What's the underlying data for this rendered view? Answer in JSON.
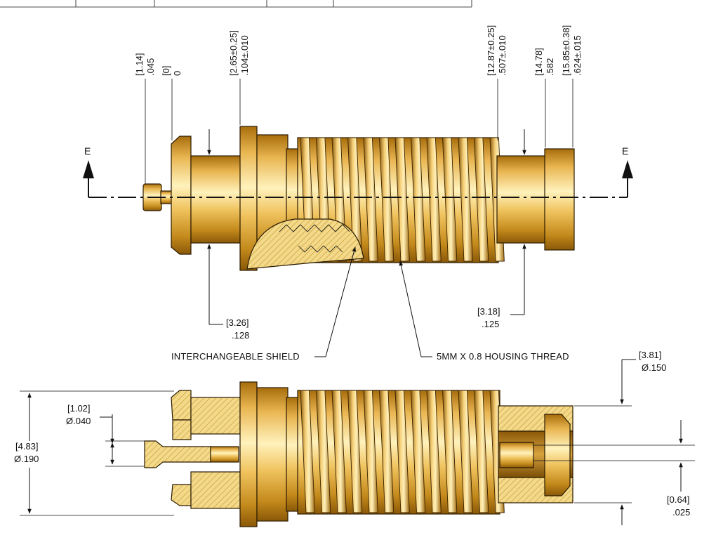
{
  "top_view": {
    "section_mark_left": "E",
    "section_mark_right": "E",
    "dims": {
      "d1": {
        "mm": "[1.14]",
        "in": ".045"
      },
      "d2": {
        "mm": "[0]",
        "in": "0"
      },
      "d3": {
        "mm": "[2.65±0.25]",
        "in": ".104±.010"
      },
      "d4": {
        "mm": "[12.87±0.25]",
        "in": ".507±.010"
      },
      "d5": {
        "mm": "[14.78]",
        "in": ".582"
      },
      "d6": {
        "mm": "[15.85±0.38]",
        "in": ".624±.015"
      },
      "d7": {
        "mm": "[3.26]",
        "in": ".128"
      },
      "d8": {
        "mm": "[3.18]",
        "in": ".125"
      }
    },
    "callouts": {
      "shield": "INTERCHANGEABLE SHIELD",
      "thread": "5MM X 0.8 HOUSING THREAD"
    }
  },
  "section_view": {
    "dims": {
      "d9": {
        "mm": "[3.81]",
        "in": "Ø.150"
      },
      "d10": {
        "mm": "[1.02]",
        "in": "Ø.040"
      },
      "d11": {
        "mm": "[4.83]",
        "in": "Ø.190"
      },
      "d12": {
        "mm": "[0.64]",
        "in": ".025"
      }
    }
  },
  "colors": {
    "brass": "#e8b850",
    "brass_dark": "#b07a10",
    "line": "#111111"
  }
}
